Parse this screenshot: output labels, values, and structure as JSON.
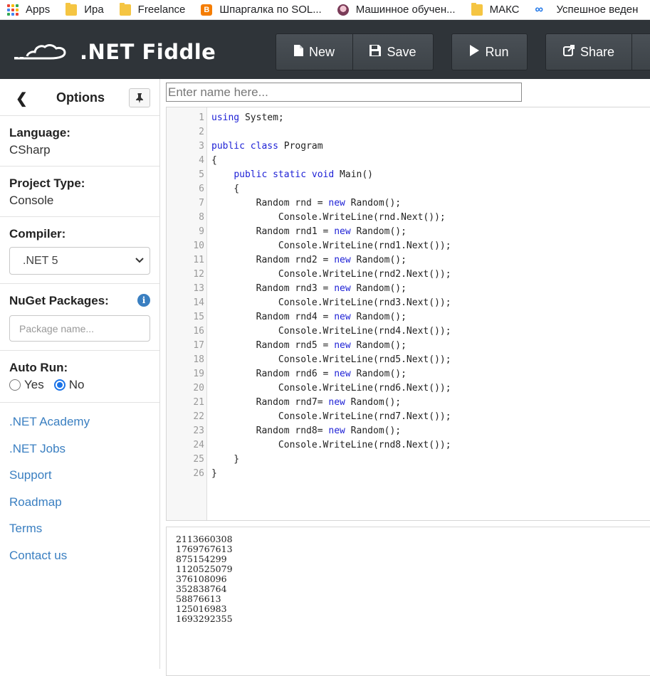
{
  "bookmarks": [
    {
      "label": "Apps",
      "icon": "apps-grid-icon"
    },
    {
      "label": "Ира",
      "icon": "folder-icon"
    },
    {
      "label": "Freelance",
      "icon": "folder-icon"
    },
    {
      "label": "Шпаргалка по SOL...",
      "icon": "blogger-icon"
    },
    {
      "label": "Машинное обучен...",
      "icon": "avatar-icon"
    },
    {
      "label": "МАКС",
      "icon": "folder-icon"
    },
    {
      "label": "Успешное веден",
      "icon": "infinity-icon"
    }
  ],
  "header": {
    "logo_text": ".NET Fiddle",
    "buttons": {
      "new": "New",
      "save": "Save",
      "run": "Run",
      "share": "Share"
    }
  },
  "sidebar": {
    "title": "Options",
    "language": {
      "label": "Language:",
      "value": "CSharp"
    },
    "project_type": {
      "label": "Project Type:",
      "value": "Console"
    },
    "compiler": {
      "label": "Compiler:",
      "value": ".NET 5"
    },
    "nuget": {
      "label": "NuGet Packages:",
      "placeholder": "Package name..."
    },
    "auto_run": {
      "label": "Auto Run:",
      "yes": "Yes",
      "no": "No",
      "selected": "No"
    },
    "links": [
      ".NET Academy",
      ".NET Jobs",
      "Support",
      "Roadmap",
      "Terms",
      "Contact us"
    ]
  },
  "name_input": {
    "placeholder": "Enter name here..."
  },
  "editor": {
    "lines": [
      {
        "n": "1",
        "code": "using System;"
      },
      {
        "n": "2",
        "code": ""
      },
      {
        "n": "3",
        "code": "public class Program"
      },
      {
        "n": "4",
        "code": "{"
      },
      {
        "n": "5",
        "code": "    public static void Main()"
      },
      {
        "n": "6",
        "code": "    {"
      },
      {
        "n": "7",
        "code": "        Random rnd = new Random();"
      },
      {
        "n": "8",
        "code": "            Console.WriteLine(rnd.Next());"
      },
      {
        "n": "9",
        "code": "        Random rnd1 = new Random();"
      },
      {
        "n": "10",
        "code": "            Console.WriteLine(rnd1.Next());"
      },
      {
        "n": "11",
        "code": "        Random rnd2 = new Random();"
      },
      {
        "n": "12",
        "code": "            Console.WriteLine(rnd2.Next());"
      },
      {
        "n": "13",
        "code": "        Random rnd3 = new Random();"
      },
      {
        "n": "14",
        "code": "            Console.WriteLine(rnd3.Next());"
      },
      {
        "n": "15",
        "code": "        Random rnd4 = new Random();"
      },
      {
        "n": "16",
        "code": "            Console.WriteLine(rnd4.Next());"
      },
      {
        "n": "17",
        "code": "        Random rnd5 = new Random();"
      },
      {
        "n": "18",
        "code": "            Console.WriteLine(rnd5.Next());"
      },
      {
        "n": "19",
        "code": "        Random rnd6 = new Random();"
      },
      {
        "n": "20",
        "code": "            Console.WriteLine(rnd6.Next());"
      },
      {
        "n": "21",
        "code": "        Random rnd7= new Random();"
      },
      {
        "n": "22",
        "code": "            Console.WriteLine(rnd7.Next());"
      },
      {
        "n": "23",
        "code": "        Random rnd8= new Random();"
      },
      {
        "n": "24",
        "code": "            Console.WriteLine(rnd8.Next());"
      },
      {
        "n": "25",
        "code": "    }"
      },
      {
        "n": "26",
        "code": "}"
      }
    ]
  },
  "output": {
    "lines": [
      "2113660308",
      "1769767613",
      "875154299",
      "1120525079",
      "376108096",
      "352838764",
      "58876613",
      "125016983",
      "1693292355"
    ]
  },
  "colors": {
    "header_bg": "#2f3439",
    "keyword": "#1f22d6",
    "link": "#3a7fc1",
    "radio_accent": "#1a73e8"
  }
}
